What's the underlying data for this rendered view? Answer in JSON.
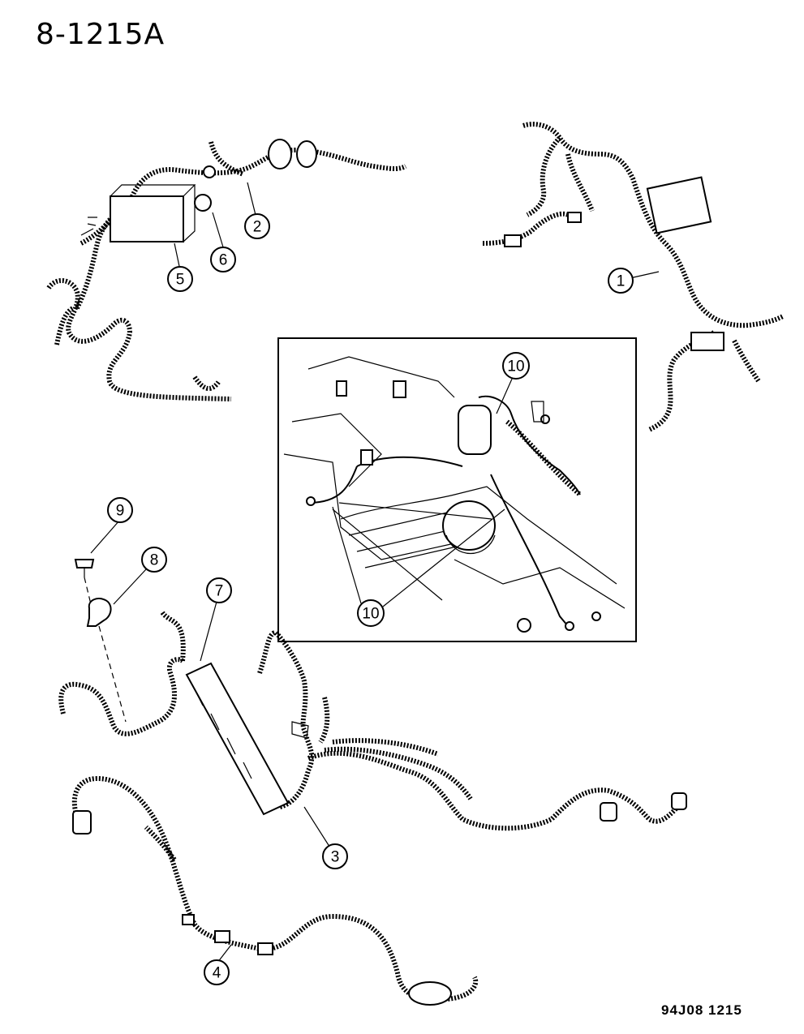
{
  "header": {
    "figure_number": "8-1215A"
  },
  "footer": {
    "drawing_code": "94J08 1215"
  },
  "callouts": [
    {
      "id": "1",
      "label": "1"
    },
    {
      "id": "2",
      "label": "2"
    },
    {
      "id": "3",
      "label": "3"
    },
    {
      "id": "4",
      "label": "4"
    },
    {
      "id": "5",
      "label": "5"
    },
    {
      "id": "6",
      "label": "6"
    },
    {
      "id": "7",
      "label": "7"
    },
    {
      "id": "8",
      "label": "8"
    },
    {
      "id": "9",
      "label": "9"
    },
    {
      "id": "10a",
      "label": "10"
    },
    {
      "id": "10b",
      "label": "10"
    }
  ]
}
